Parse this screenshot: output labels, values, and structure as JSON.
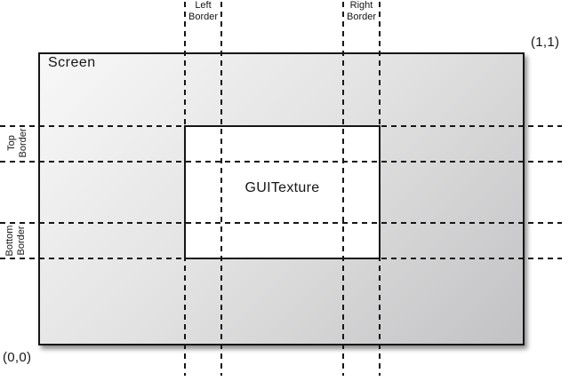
{
  "labels": {
    "screen": "Screen",
    "texture": "GUITexture",
    "coord_top_right": "(1,1)",
    "coord_bottom_left": "(0,0)"
  },
  "border_markers": {
    "left": {
      "line1": "Left",
      "line2": "Border"
    },
    "right": {
      "line1": "Right",
      "line2": "Border"
    },
    "top": {
      "line1": "Top",
      "line2": "Border"
    },
    "bottom": {
      "line1": "Bottom",
      "line2": "Border"
    }
  },
  "colors": {
    "line": "#161616",
    "screen_gradient_start": "#f8f8f8",
    "screen_gradient_end": "#c2c2c4",
    "texture_fill": "#ffffff",
    "page_background": "#ffffff"
  }
}
